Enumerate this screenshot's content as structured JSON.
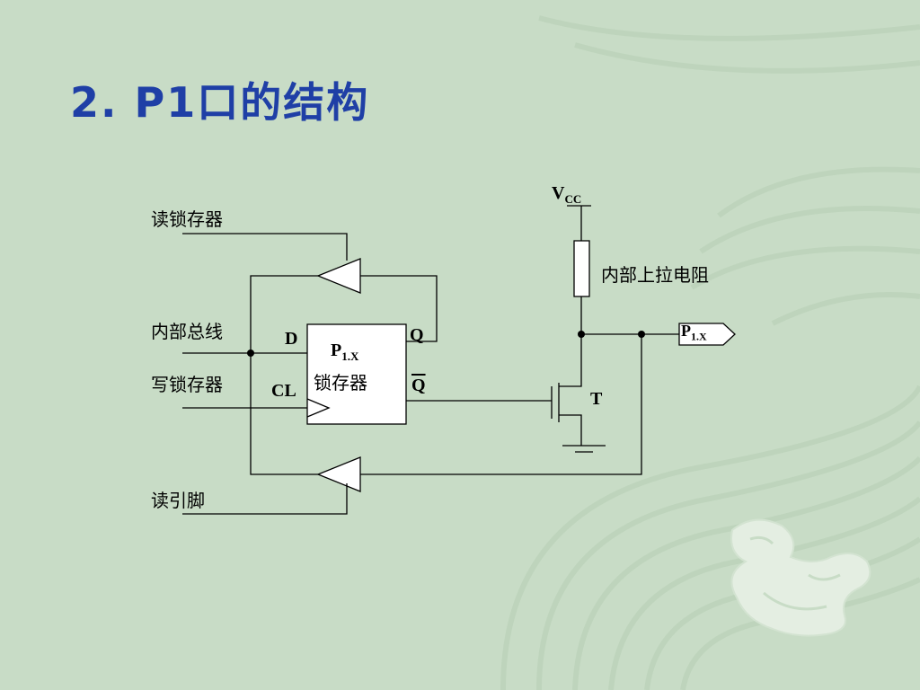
{
  "slide": {
    "title": "2. P1口的结构"
  },
  "diagram": {
    "labels": {
      "read_latch": "读锁存器",
      "internal_bus": "内部总线",
      "write_latch": "写锁存器",
      "read_pin": "读引脚",
      "pullup_resistor": "内部上拉电阻"
    },
    "latch": {
      "name_main": "P",
      "name_sub": "1.X",
      "caption": "锁存器",
      "pin_d": "D",
      "pin_q": "Q",
      "pin_cl": "CL",
      "pin_qbar": "Q"
    },
    "vcc": {
      "main": "V",
      "sub": "CC"
    },
    "transistor": "T",
    "output_pin": {
      "main": "P",
      "sub": "1.X"
    }
  }
}
